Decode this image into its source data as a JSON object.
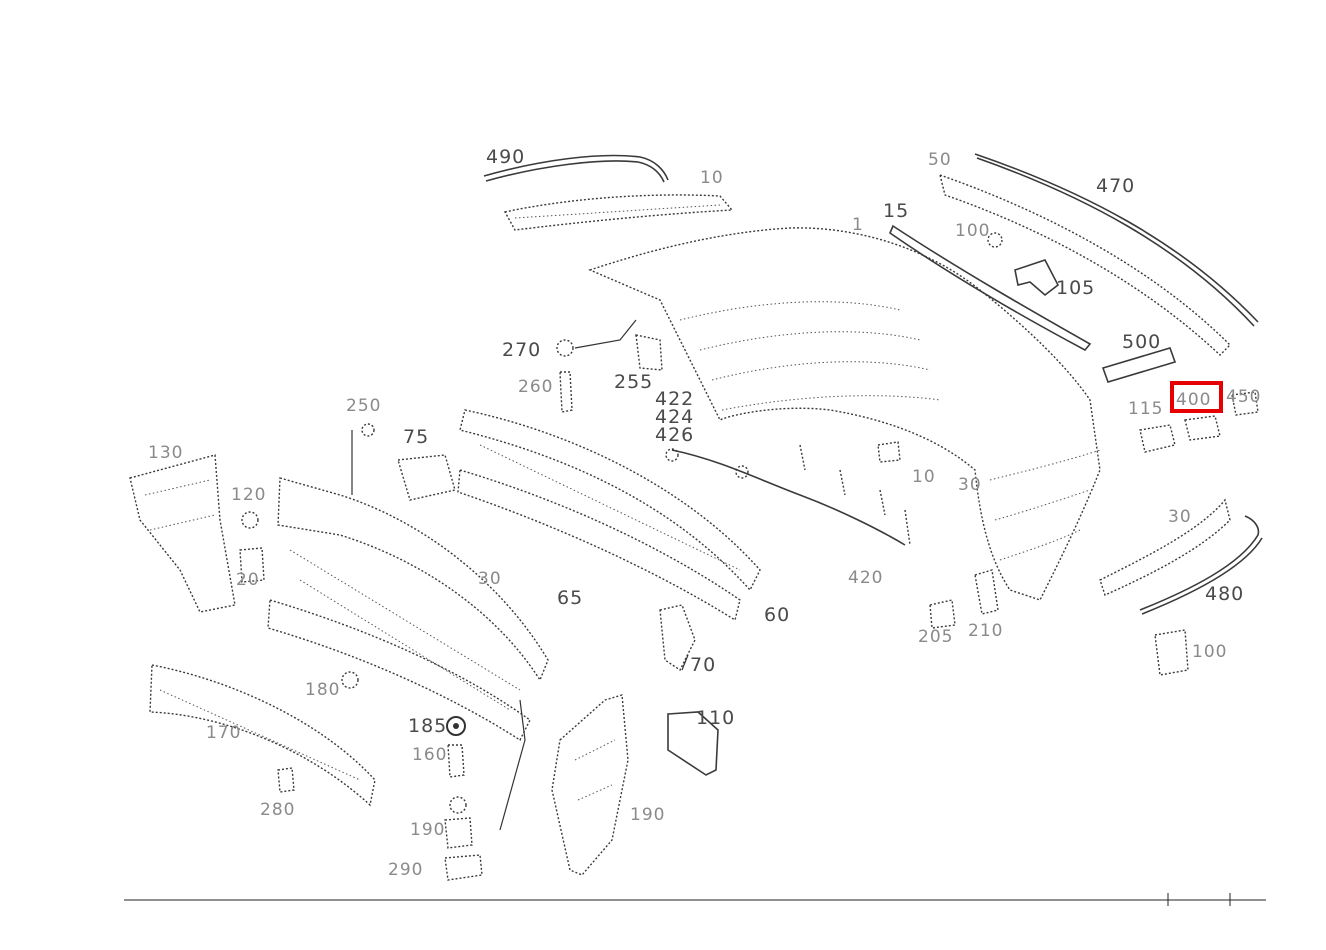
{
  "highlight": {
    "label": "400",
    "color": "#e60000"
  },
  "colors": {
    "line": "#3a3a3a",
    "label": "#4a4a4a",
    "highlight": "#e60000"
  },
  "labels": {
    "p490": "490",
    "p10a": "10",
    "p470": "470",
    "p15": "15",
    "p105": "105",
    "p500": "500",
    "p270": "270",
    "p255": "255",
    "p260": "260",
    "p422": "422",
    "p424": "424",
    "p426": "426",
    "p250": "250",
    "p75": "75",
    "p130": "130",
    "p120": "120",
    "p10b": "10",
    "p420": "420",
    "p65": "65",
    "p60": "60",
    "p70": "70",
    "p110": "110",
    "p185": "185",
    "p480": "480",
    "p400": "400",
    "p170": "170",
    "p280": "280",
    "p190": "190",
    "p1": "1",
    "p20": "20",
    "p50": "50",
    "p100": "100",
    "p30": "30",
    "p205": "205",
    "p210": "210",
    "p180": "180",
    "p115": "115",
    "p450": "450",
    "p160": "160",
    "p290": "290"
  }
}
